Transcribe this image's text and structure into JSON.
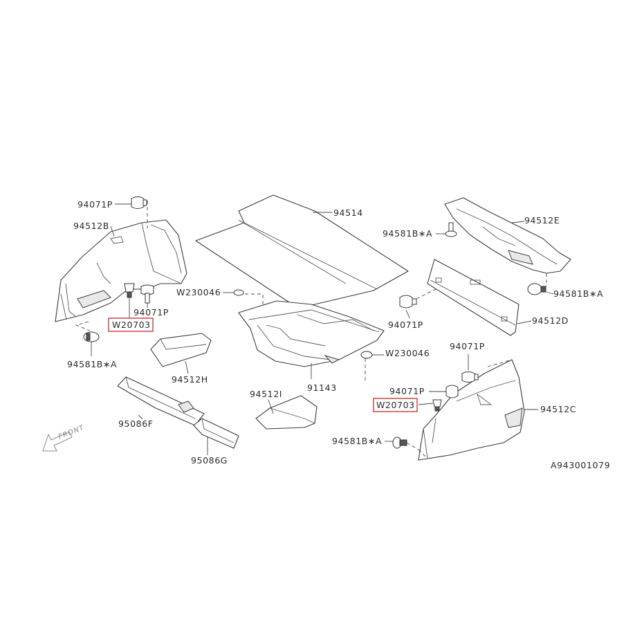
{
  "labels": {
    "p94071p_top": "94071P",
    "p94512b": "94512B",
    "p94071p_left": "94071P",
    "p_w20703_left": "W20703",
    "p94581b_left": "94581B∗A",
    "p94514": "94514",
    "p_w230046_left": "W230046",
    "p_w230046_right": "W230046",
    "p91143": "91143",
    "p94581b_top_right": "94581B∗A",
    "p94512e": "94512E",
    "p94581b_right": "94581B∗A",
    "p94071p_mid_right": "94071P",
    "p94512d": "94512D",
    "p94071p_right_upper": "94071P",
    "p94071p_right_lower": "94071P",
    "p_w20703_right": "W20703",
    "p94512c": "94512C",
    "p94581b_bottom_right": "94581B∗A",
    "p94512h": "94512H",
    "p94512i": "94512I",
    "p95086f": "95086F",
    "p95086g": "95086G",
    "front": "FRONT",
    "diagram_id": "A943001079"
  },
  "highlight_color": "#c62828"
}
